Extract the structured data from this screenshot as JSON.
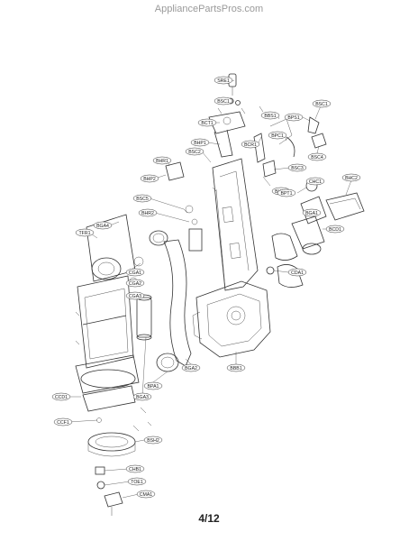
{
  "watermark": "AppliancePartsPros.com",
  "page_number": "4/12",
  "parts": [
    {
      "code": "SRE1"
    },
    {
      "code": "BSC1"
    },
    {
      "code": "BCT1"
    },
    {
      "code": "BCR1"
    },
    {
      "code": "BBS1"
    },
    {
      "code": "BPS1"
    },
    {
      "code": "BSC1"
    },
    {
      "code": "BPC1"
    },
    {
      "code": "BHP1"
    },
    {
      "code": "BSC2"
    },
    {
      "code": "BSC3"
    },
    {
      "code": "BSC4"
    },
    {
      "code": "BHR1"
    },
    {
      "code": "BHC1"
    },
    {
      "code": "BHC2"
    },
    {
      "code": "BHP2"
    },
    {
      "code": "BPT1"
    },
    {
      "code": "CHC1"
    },
    {
      "code": "BSC5"
    },
    {
      "code": "BGA1"
    },
    {
      "code": "BHR2"
    },
    {
      "code": "BCD1"
    },
    {
      "code": "BGA4"
    },
    {
      "code": "TFR1"
    },
    {
      "code": "CGA1"
    },
    {
      "code": "CDA1"
    },
    {
      "code": "CGA2"
    },
    {
      "code": "CGA3"
    },
    {
      "code": "BBB1"
    },
    {
      "code": "BGA2"
    },
    {
      "code": "BPA1"
    },
    {
      "code": "CCD1"
    },
    {
      "code": "BGA3"
    },
    {
      "code": "CCF1"
    },
    {
      "code": "BSH2"
    },
    {
      "code": "CHB1"
    },
    {
      "code": "TOE1"
    },
    {
      "code": "CMA1"
    }
  ]
}
